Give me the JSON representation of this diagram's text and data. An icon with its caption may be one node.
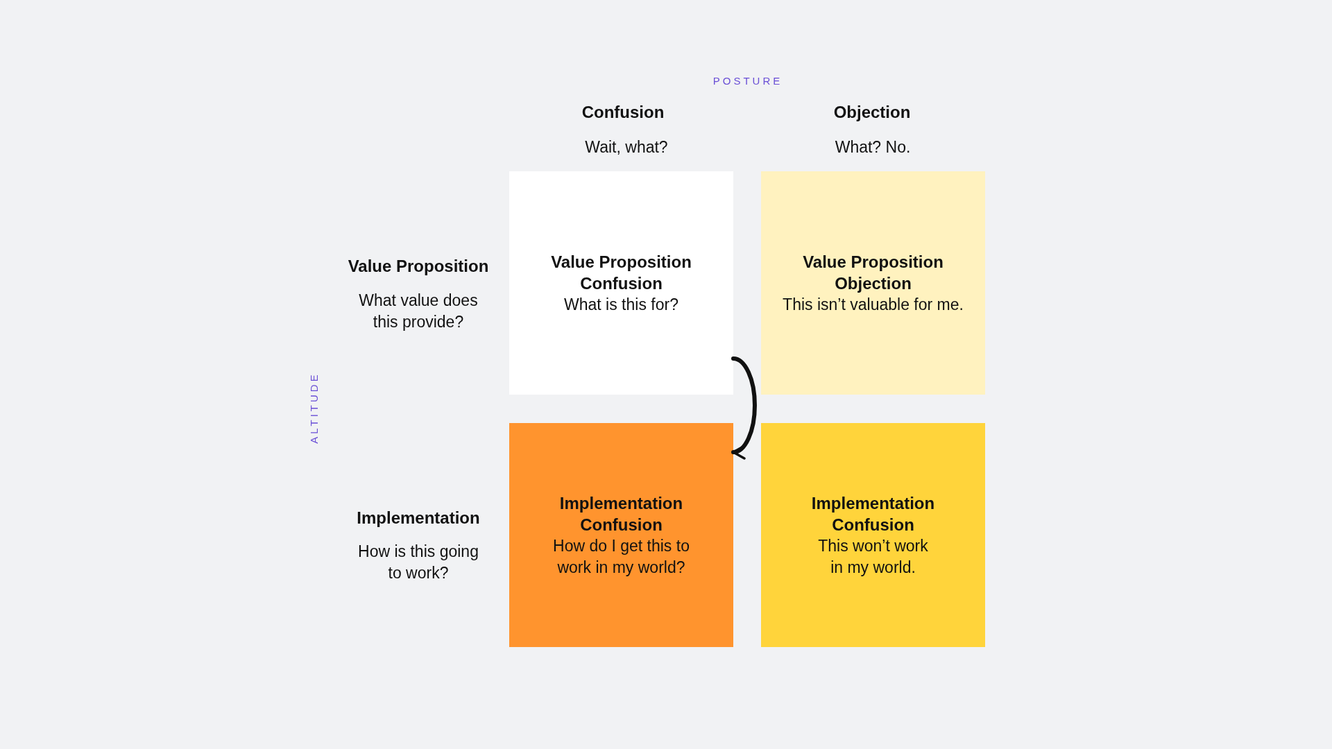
{
  "diagram": {
    "nodes": [
      {
        "text": [
          "Value Proposition Confusion",
          "What is this for?"
        ]
      },
      {
        "text": [
          "Value Proposition Objection",
          "This isn’t valuable for me."
        ]
      },
      {
        "text": [
          "Implementation Confusion",
          "How do I get this to work in my world?"
        ]
      },
      {
        "text": [
          "Implementation Confusion",
          "This won’t work in my world."
        ]
      }
    ],
    "edges": [
      {
        "from": 0,
        "to": 2,
        "arrow": "to"
      }
    ],
    "labels": [
      "POSTURE",
      "Confusion",
      "Wait, what?",
      "Objection",
      "What? No.",
      "Value Proposition",
      "What value does this provide?",
      "ALTITUDE",
      "Implementation",
      "How is this going to work?"
    ]
  }
}
